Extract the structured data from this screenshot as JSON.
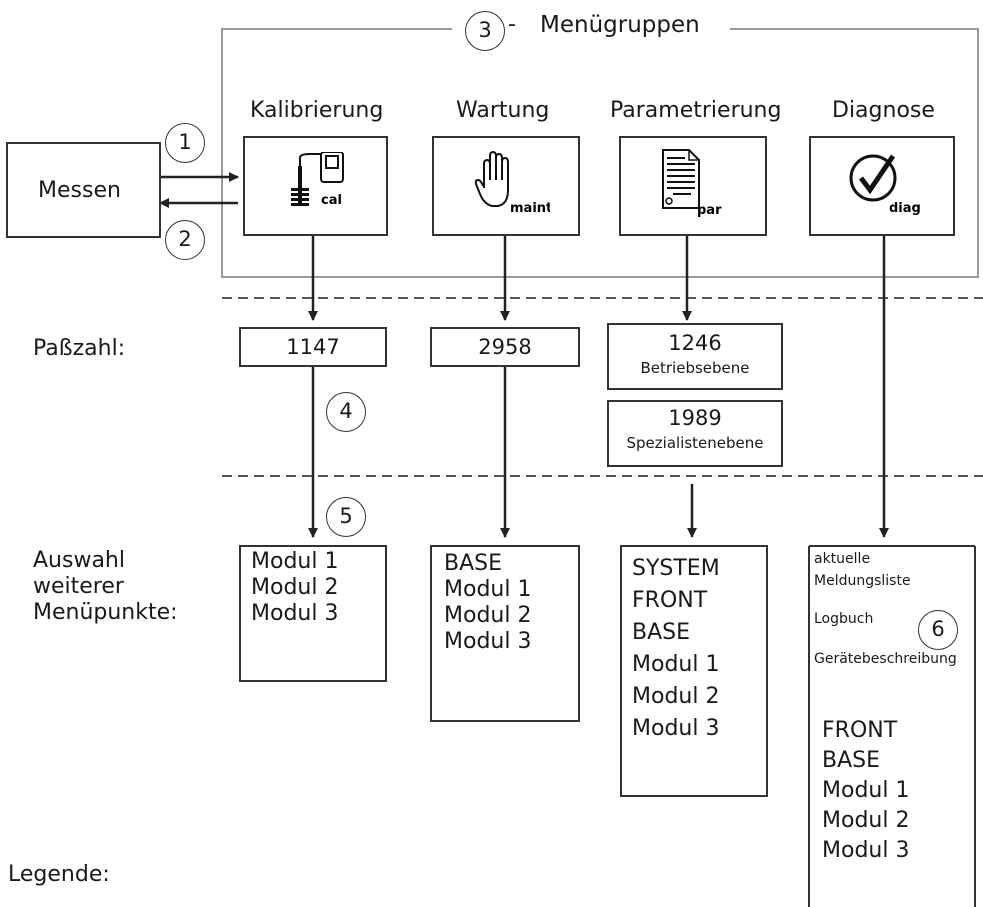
{
  "title": "Menügruppen",
  "title_number": "3",
  "groups": {
    "kal": {
      "label": "Kalibrierung",
      "icon_text": "cal",
      "code": "1147",
      "items": [
        "Modul 1",
        "Modul 2",
        "Modul 3"
      ]
    },
    "wart": {
      "label": "Wartung",
      "icon_text": "maint",
      "code": "2958",
      "items": [
        "BASE",
        "Modul 1",
        "Modul 2",
        "Modul 3"
      ]
    },
    "param": {
      "label": "Parametrierung",
      "icon_text": "par",
      "code1": "1246",
      "code1_sub": "Betriebsebene",
      "code2": "1989",
      "code2_sub": "Spezialistenebene",
      "items": [
        "SYSTEM",
        "FRONT",
        "BASE",
        "Modul 1",
        "Modul 2",
        "Modul 3"
      ]
    },
    "diag": {
      "label": "Diagnose",
      "icon_text": "diag",
      "small_items": [
        "aktuelle",
        "Meldungsliste",
        "Logbuch",
        "Gerätebeschreibung"
      ],
      "items": [
        "FRONT",
        "BASE",
        "Modul 1",
        "Modul 2",
        "Modul 3"
      ]
    }
  },
  "messen": "Messen",
  "passzahl_label": "Paßzahl:",
  "auswahl_label": [
    "Auswahl",
    "weiterer",
    "Menüpunkte:"
  ],
  "legend_label": "Legende:",
  "markers": [
    "1",
    "2",
    "4",
    "5",
    "6"
  ],
  "colors": {
    "line": "#333333",
    "dash": "#555555"
  },
  "icons": {
    "cal": "calibration-probe-icon",
    "maint": "hand-icon",
    "par": "document-icon",
    "diag": "checkmark-icon"
  }
}
